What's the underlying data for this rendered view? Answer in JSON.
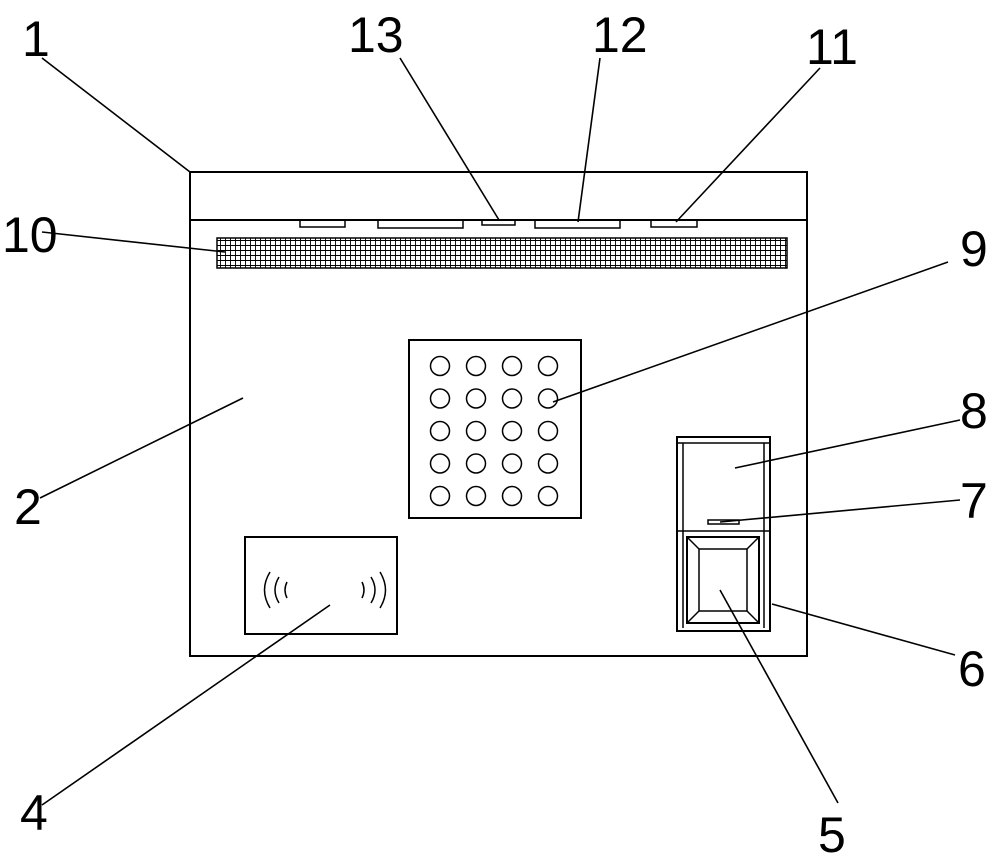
{
  "figure": {
    "callouts": [
      {
        "id": "c1",
        "label": "1"
      },
      {
        "id": "c2",
        "label": "2"
      },
      {
        "id": "c4",
        "label": "4"
      },
      {
        "id": "c5",
        "label": "5"
      },
      {
        "id": "c6",
        "label": "6"
      },
      {
        "id": "c7",
        "label": "7"
      },
      {
        "id": "c8",
        "label": "8"
      },
      {
        "id": "c9",
        "label": "9"
      },
      {
        "id": "c10",
        "label": "10"
      },
      {
        "id": "c11",
        "label": "11"
      },
      {
        "id": "c12",
        "label": "12"
      },
      {
        "id": "c13",
        "label": "13"
      }
    ],
    "keypad": {
      "rows": 5,
      "cols": 4
    },
    "colors": {
      "line": "#000000",
      "background": "#ffffff"
    }
  }
}
